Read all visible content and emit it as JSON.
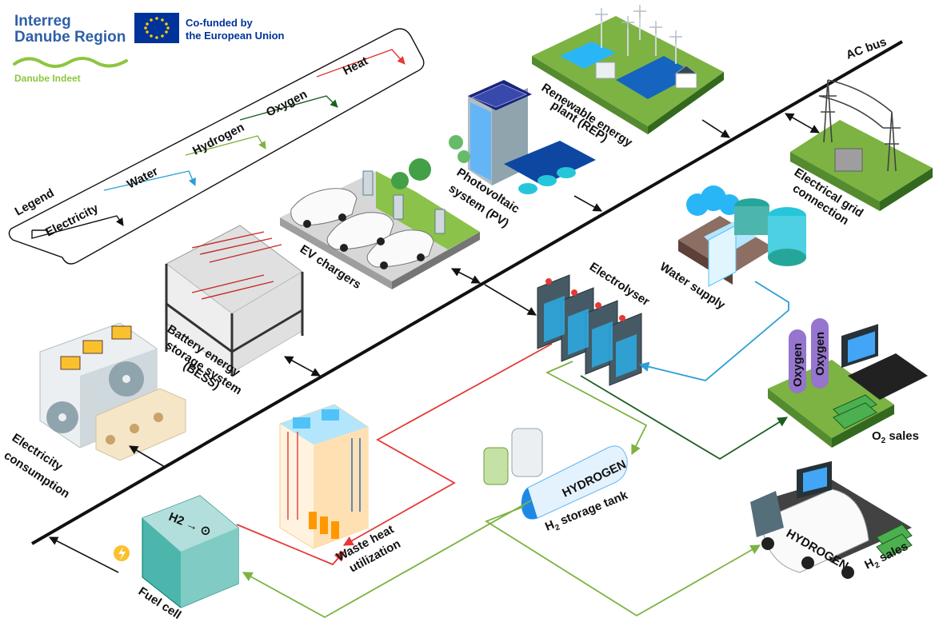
{
  "branding": {
    "programme_line1": "Interreg",
    "programme_line2": "Danube Region",
    "eu_line1": "Co-funded by",
    "eu_line2": "the European Union",
    "project": "Danube Indeet",
    "colors": {
      "interreg_blue": "#2f5fa8",
      "eu_blue": "#003399",
      "eu_star": "#ffcc00",
      "danube_green": "#8cc63f"
    }
  },
  "legend": {
    "title": "Legend",
    "items": [
      {
        "label": "Electricity",
        "color": "#111111"
      },
      {
        "label": "Water",
        "color": "#2a9fd6"
      },
      {
        "label": "Hydrogen",
        "color": "#7cb342"
      },
      {
        "label": "Oxygen",
        "color": "#1b5e20"
      },
      {
        "label": "Heat",
        "color": "#e53935"
      }
    ]
  },
  "bus": {
    "label": "AC bus"
  },
  "components": {
    "rep": {
      "lines": [
        "Renewable energy",
        "plant (REP)"
      ]
    },
    "pv": {
      "lines": [
        "Photovoltaic",
        "system (PV)"
      ]
    },
    "ev": {
      "lines": [
        "EV chargers"
      ]
    },
    "bess": {
      "lines": [
        "Battery energy",
        "storage system",
        "(BESS)"
      ]
    },
    "consumption": {
      "lines": [
        "Electricity",
        "consumption"
      ]
    },
    "grid": {
      "lines": [
        "Electrical grid",
        "connection"
      ]
    },
    "electrolyser": {
      "lines": [
        "Electrolyser"
      ]
    },
    "water": {
      "lines": [
        "Water supply"
      ]
    },
    "o2_sales": {
      "lines": [
        "O",
        "2",
        " sales"
      ]
    },
    "h2_storage": {
      "lines": [
        "H",
        "2",
        " storage tank"
      ]
    },
    "h2_sales": {
      "lines": [
        "H",
        "2",
        " sales"
      ]
    },
    "fuel_cell": {
      "lines": [
        "Fuel cell"
      ]
    },
    "waste_heat": {
      "lines": [
        "Waste heat",
        "utilization"
      ]
    }
  },
  "illustration_text": {
    "oxygen_cylinder": "Oxygen",
    "hydrogen_tank": "HYDROGEN",
    "fuel_cell_panel": "H2 → ⊙"
  }
}
